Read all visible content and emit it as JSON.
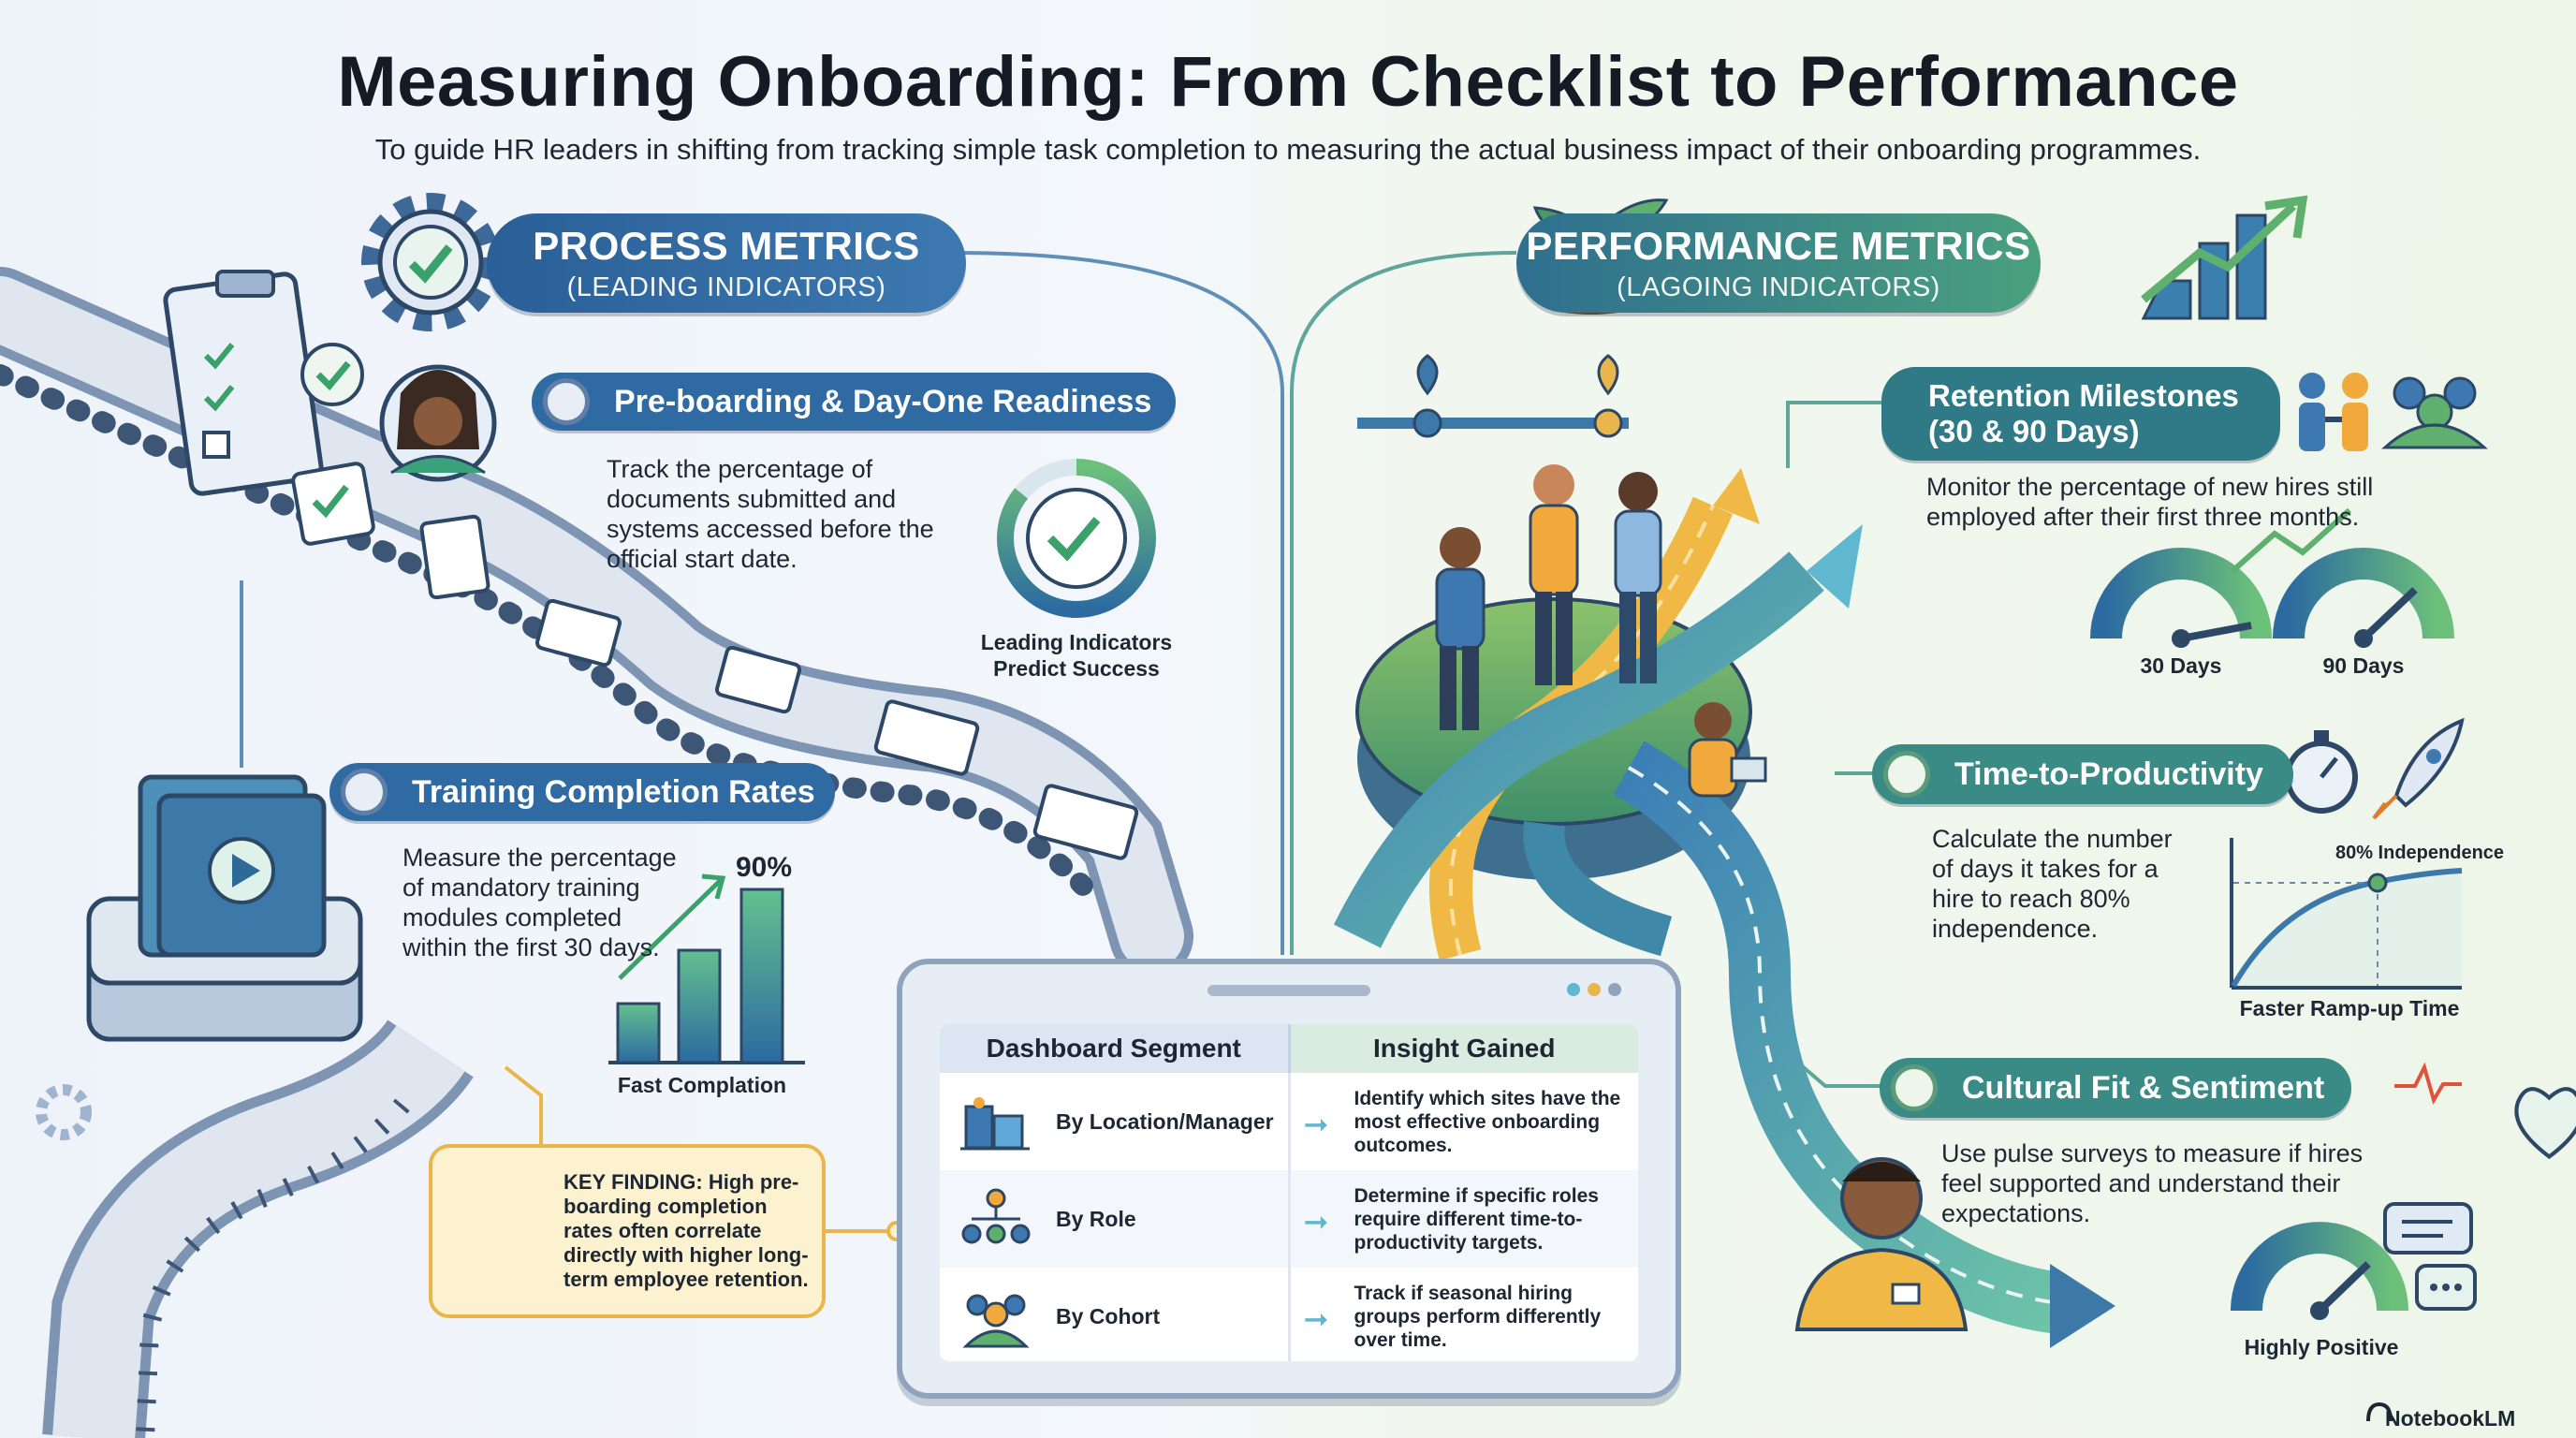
{
  "header": {
    "title": "Measuring Onboarding: From Checklist to Performance",
    "subtitle": "To guide HR leaders in shifting from tracking simple task completion to measuring the actual business impact of their onboarding programmes."
  },
  "process": {
    "title": "PROCESS METRICS",
    "subtitle": "(LEADING INDICATORS)",
    "preboarding": {
      "title": "Pre-boarding & Day-One Readiness",
      "description": "Track the percentage of documents submitted and systems accessed before the official start date.",
      "badge_caption": "Leading Indicators Predict Success"
    },
    "training": {
      "title": "Training Completion Rates",
      "description": "Measure the percentage of mandatory training modules completed within the first 30 days.",
      "chart_peak_label": "90%",
      "chart_caption": "Fast Complation"
    },
    "key_finding": "KEY FINDING: High pre-boarding completion rates often correlate directly with higher long-term employee retention."
  },
  "dashboard": {
    "headers": [
      "Dashboard Segment",
      "Insight Gained"
    ],
    "rows": [
      {
        "segment": "By Location/Manager",
        "insight": "Identify which sites have the most effective onboarding outcomes.",
        "icon": "buildings-icon"
      },
      {
        "segment": "By Role",
        "insight": "Determine if specific roles require different time-to-productivity targets.",
        "icon": "org-chart-icon"
      },
      {
        "segment": "By Cohort",
        "insight": "Track if seasonal hiring groups perform differently over time.",
        "icon": "group-icon"
      }
    ]
  },
  "performance": {
    "title": "PERFORMANCE METRICS",
    "subtitle": "(LAGOING INDICATORS)",
    "retention": {
      "title_line1": "Retention Milestones",
      "title_line2": "(30 & 90 Days)",
      "description": "Monitor the percentage of new hires still employed after their first three months.",
      "gauge_30": "30 Days",
      "gauge_90": "90 Days"
    },
    "productivity": {
      "title": "Time-to-Productivity",
      "description": "Calculate the number of days it takes for a hire to reach 80% independence.",
      "curve_label": "80% Independence",
      "curve_caption": "Faster Ramp-up Time"
    },
    "culture": {
      "title": "Cultural Fit & Sentiment",
      "description": "Use pulse surveys to measure if hires feel supported and understand their expectations.",
      "gauge_caption": "Highly Positive"
    }
  },
  "footer": {
    "brand": "NotebookLM"
  },
  "colors": {
    "process_blue": "#2f6aa3",
    "performance_green": "#3f8f7d",
    "accent_green": "#5fb06f",
    "finding_yellow": "#e8b64a"
  }
}
